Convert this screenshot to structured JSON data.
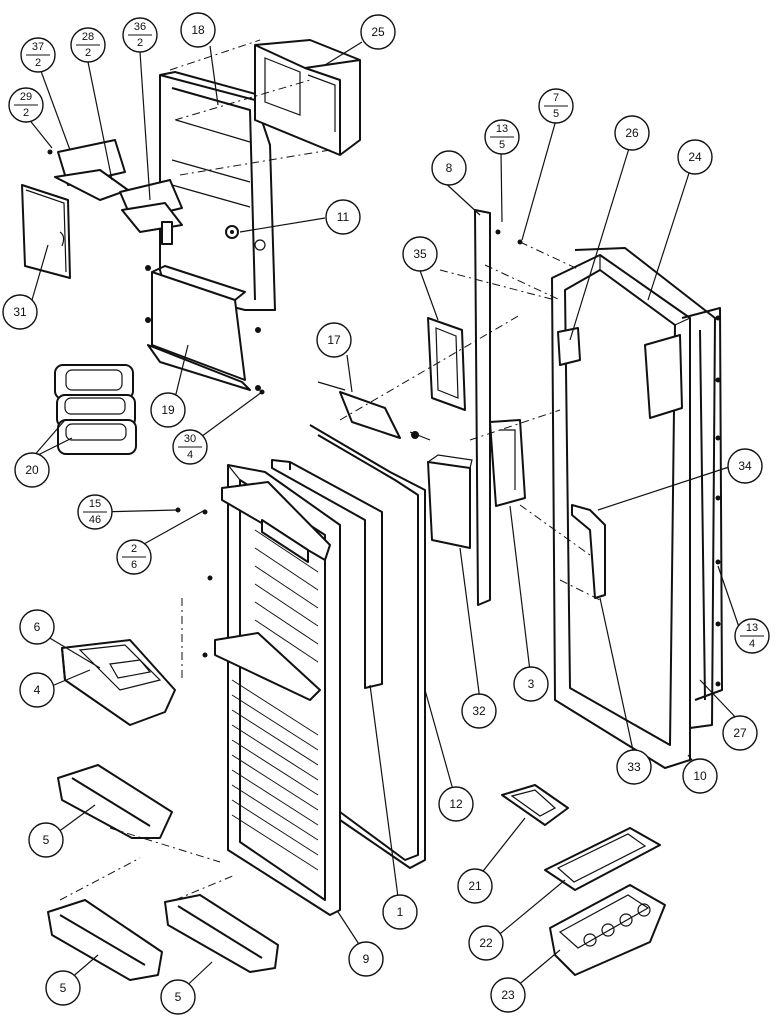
{
  "callouts": [
    {
      "id": "18"
    },
    {
      "id": "25"
    },
    {
      "id": "11"
    },
    {
      "id": "31"
    },
    {
      "id": "19"
    },
    {
      "id": "20"
    },
    {
      "id": "8"
    },
    {
      "id": "26"
    },
    {
      "id": "24"
    },
    {
      "id": "35"
    },
    {
      "id": "17"
    },
    {
      "id": "34"
    },
    {
      "id": "6"
    },
    {
      "id": "4"
    },
    {
      "id": "3"
    },
    {
      "id": "32"
    },
    {
      "id": "27"
    },
    {
      "id": "33"
    },
    {
      "id": "10"
    },
    {
      "id": "12"
    },
    {
      "id": "5"
    },
    {
      "id": "21"
    },
    {
      "id": "1"
    },
    {
      "id": "22"
    },
    {
      "id": "9"
    },
    {
      "id": "5"
    },
    {
      "id": "5"
    },
    {
      "id": "23"
    }
  ],
  "fraction_callouts": [
    {
      "top": "37",
      "bottom": "2"
    },
    {
      "top": "28",
      "bottom": "2"
    },
    {
      "top": "36",
      "bottom": "2"
    },
    {
      "top": "29",
      "bottom": "2"
    },
    {
      "top": "13",
      "bottom": "5"
    },
    {
      "top": "7",
      "bottom": "5"
    },
    {
      "top": "30",
      "bottom": "4"
    },
    {
      "top": "15",
      "bottom": "46"
    },
    {
      "top": "2",
      "bottom": "6"
    },
    {
      "top": "13",
      "bottom": "4"
    }
  ]
}
